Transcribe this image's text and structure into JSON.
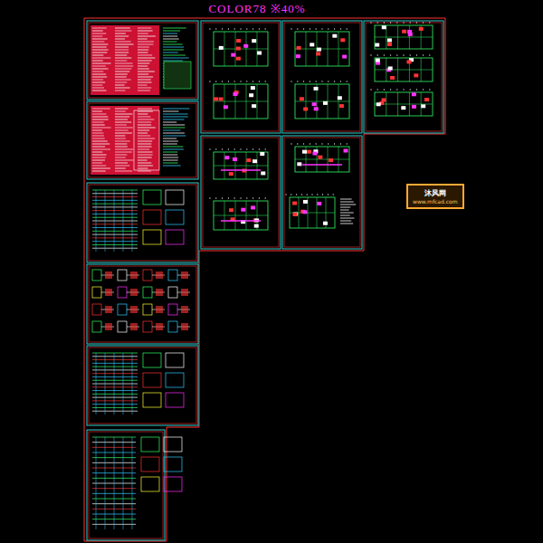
{
  "diagram": {
    "title": "COLOR78 ※40%",
    "nodes": [
      {
        "text": [
          "沐风网",
          "www.mfcad.com"
        ]
      }
    ]
  }
}
